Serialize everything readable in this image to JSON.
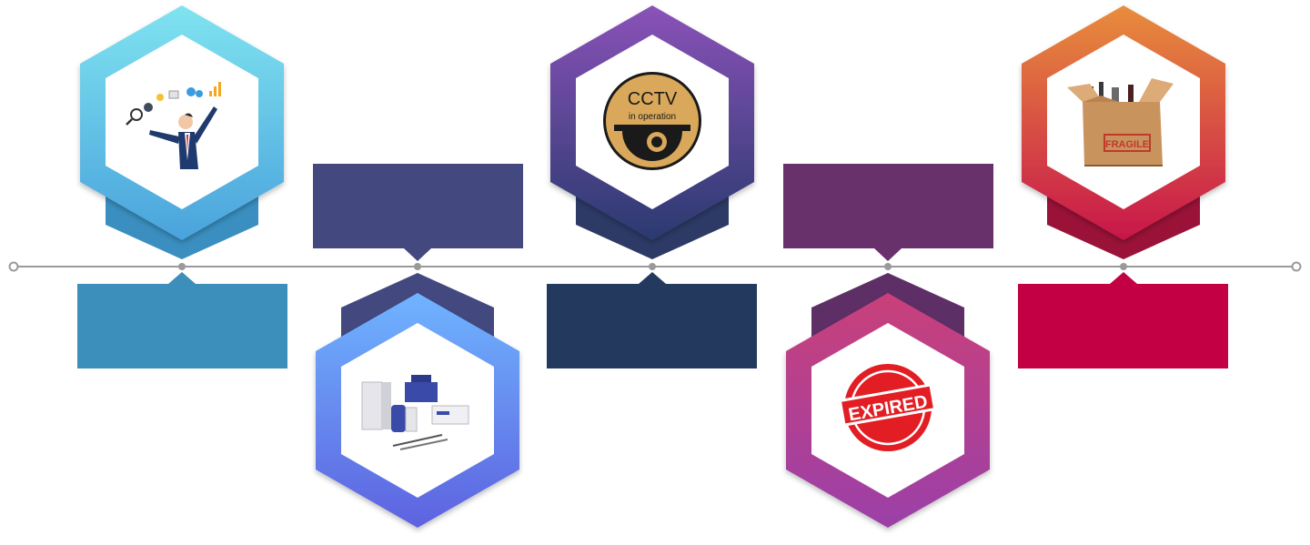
{
  "timeline": {
    "steps": [
      {
        "box_color": "#3b8fba",
        "hex_gradient": [
          "#7fe3f0",
          "#4aa3dc"
        ],
        "hex_shadow": "#3a8fc0",
        "icon": "business-analyst-icon"
      },
      {
        "box_color": "#43497f",
        "hex_gradient": [
          "#6fb4ff",
          "#5e62e0"
        ],
        "hex_shadow": "#43497f",
        "icon": "pharmacy-supplies-icon"
      },
      {
        "box_color": "#233a5e",
        "hex_gradient": [
          "#8a52b8",
          "#2a3a70"
        ],
        "hex_shadow": "#2d3a66",
        "icon": "cctv-sign-icon",
        "icon_text": [
          "CCTV",
          "in operation"
        ]
      },
      {
        "box_color": "#68316b",
        "hex_gradient": [
          "#c9407a",
          "#9b3fa8"
        ],
        "hex_shadow": "#5d2f66",
        "icon": "expired-stamp-icon",
        "icon_text": [
          "EXPIRED"
        ]
      },
      {
        "box_color": "#c20043",
        "hex_gradient": [
          "#e88d3c",
          "#c8164a"
        ],
        "hex_shadow": "#9a1237",
        "icon": "fragile-box-icon",
        "icon_text": [
          "FRAGILE"
        ]
      }
    ]
  }
}
